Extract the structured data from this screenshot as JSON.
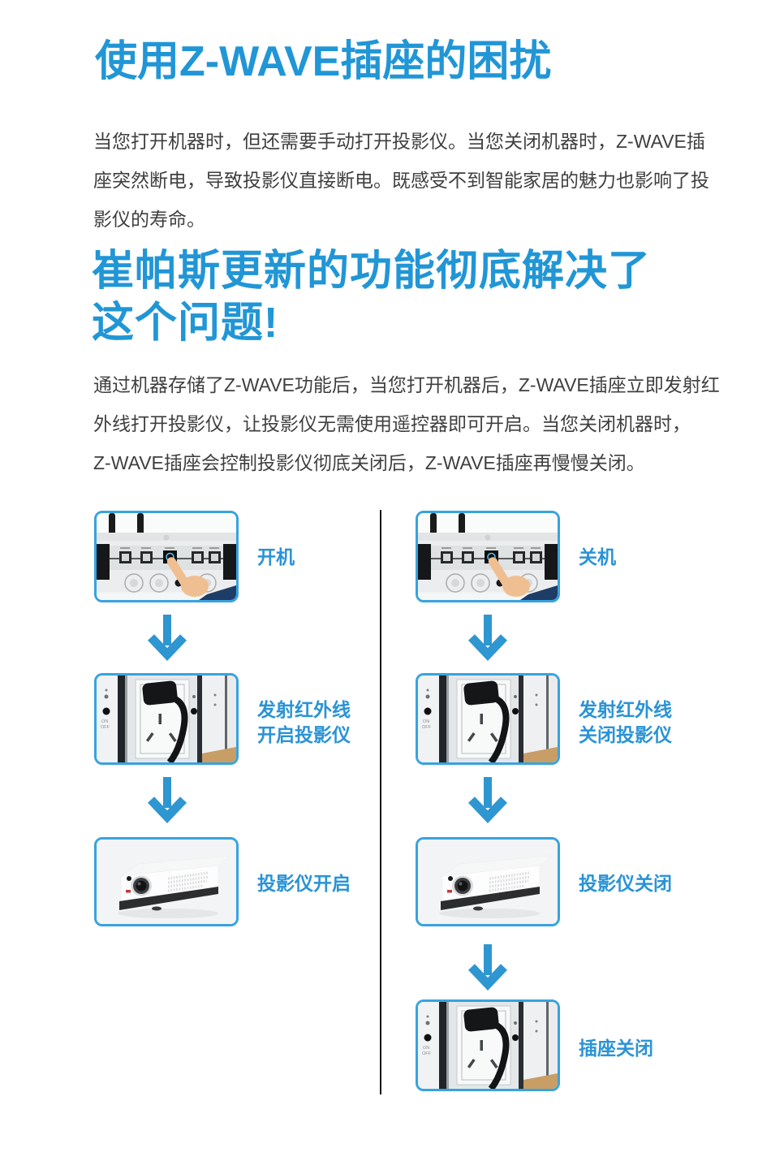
{
  "colors": {
    "accent_blue": "#2196d6",
    "label_blue": "#2a93d5",
    "arrow_blue": "#2e96d1",
    "frame_border_blue": "#38a3de",
    "body_text": "#3f3f3f",
    "divider": "#161616"
  },
  "sections": [
    {
      "heading": "使用Z-WAVE插座的困扰",
      "body": "当您打开机器时，但还需要手动打开投影仪。当您关闭机器时，Z-WAVE插\n座突然断电，导致投影仪直接断电。既感受不到智能家居的魅力也影响了投\n影仪的寿命。"
    },
    {
      "heading": "崔帕斯更新的功能彻底解决了\n这个问题!",
      "body": "通过机器存储了Z-WAVE功能后，当您打开机器后，Z-WAVE插座立即发射红\n外线打开投影仪，让投影仪无需使用遥控器即可开启。当您关闭机器时，\nZ-WAVE插座会控制投影仪彻底关闭后，Z-WAVE插座再慢慢关闭。"
    }
  ],
  "flow": {
    "left": {
      "steps": [
        {
          "image": "device-panel-hand-pressing-power",
          "label": "开机"
        },
        {
          "image": "zwave-socket-with-plug",
          "label": "发射红外线\n开启投影仪"
        },
        {
          "image": "projector",
          "label": "投影仪开启"
        }
      ]
    },
    "right": {
      "steps": [
        {
          "image": "device-panel-hand-pressing-power",
          "label": "关机"
        },
        {
          "image": "zwave-socket-with-plug",
          "label": "发射红外线\n关闭投影仪"
        },
        {
          "image": "projector",
          "label": "投影仪关闭"
        },
        {
          "image": "zwave-socket-with-plug",
          "label": "插座关闭"
        }
      ]
    }
  },
  "icons": {
    "down_arrow": "↓"
  }
}
